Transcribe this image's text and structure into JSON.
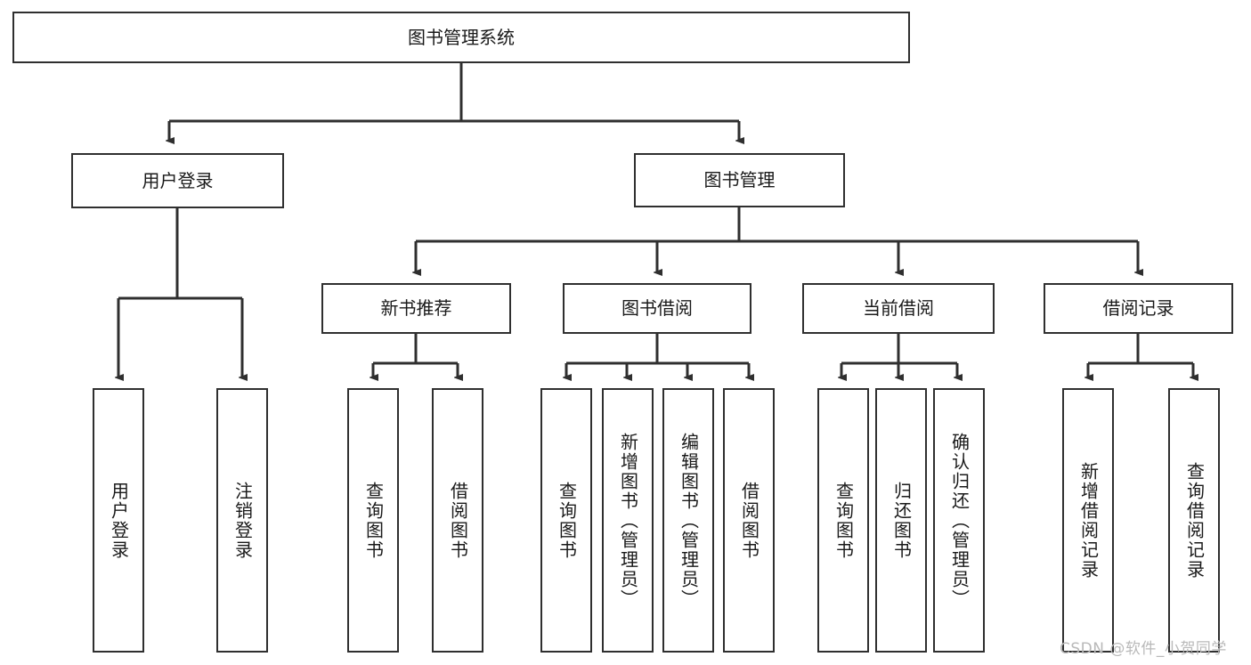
{
  "diagram": {
    "title_node": {
      "label": "图书管理系统"
    },
    "level2": [
      {
        "id": "user-login",
        "label": "用户登录"
      },
      {
        "id": "book-management",
        "label": "图书管理"
      }
    ],
    "level3": [
      {
        "id": "new-book-recommend",
        "label": "新书推荐"
      },
      {
        "id": "book-borrow",
        "label": "图书借阅"
      },
      {
        "id": "current-borrow",
        "label": "当前借阅"
      },
      {
        "id": "borrow-record",
        "label": "借阅记录"
      }
    ],
    "leaves": [
      {
        "id": "leaf-user-login",
        "label": "用户登录",
        "parent": "user-login"
      },
      {
        "id": "leaf-logout-login",
        "label": "注销登录",
        "parent": "user-login"
      },
      {
        "id": "leaf-query-book-1",
        "label": "查询图书",
        "parent": "new-book-recommend"
      },
      {
        "id": "leaf-borrow-book-1",
        "label": "借阅图书",
        "parent": "new-book-recommend"
      },
      {
        "id": "leaf-query-book-2",
        "label": "查询图书",
        "parent": "book-borrow"
      },
      {
        "id": "leaf-add-book",
        "label": "新增图书（管理员）",
        "parent": "book-borrow"
      },
      {
        "id": "leaf-edit-book",
        "label": "编辑图书（管理员）",
        "parent": "book-borrow"
      },
      {
        "id": "leaf-borrow-book-2",
        "label": "借阅图书",
        "parent": "book-borrow"
      },
      {
        "id": "leaf-query-book-3",
        "label": "查询图书",
        "parent": "current-borrow"
      },
      {
        "id": "leaf-return-book",
        "label": "归还图书",
        "parent": "current-borrow"
      },
      {
        "id": "leaf-confirm-return",
        "label": "确认归还（管理员）",
        "parent": "current-borrow"
      },
      {
        "id": "leaf-add-record",
        "label": "新增借阅记录",
        "parent": "borrow-record"
      },
      {
        "id": "leaf-query-record",
        "label": "查询借阅记录",
        "parent": "borrow-record"
      }
    ],
    "watermark": "CSDN @软件_小贺同学",
    "colors": {
      "stroke": "#2f2f2f",
      "background": "#ffffff",
      "text": "#1a1a1a",
      "watermark": "#b9b9b9"
    }
  }
}
